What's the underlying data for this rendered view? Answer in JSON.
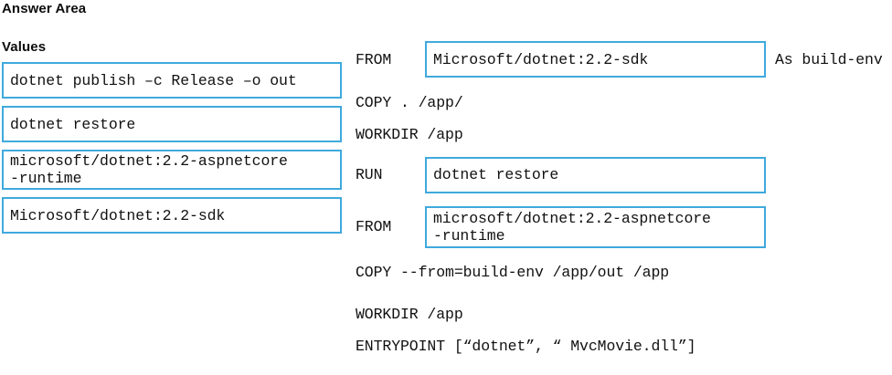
{
  "page": {
    "answer_area_title": "Answer Area",
    "accent_color": "#3fa9dd",
    "text_color": "#111111",
    "background_color": "#ffffff"
  },
  "values_panel": {
    "title": "Values",
    "items": [
      {
        "text": "dotnet publish –c Release –o out",
        "lines": 1
      },
      {
        "text": "dotnet restore",
        "lines": 1
      },
      {
        "text": "microsoft/dotnet:2.2-aspnetcore\n-runtime",
        "lines": 2
      },
      {
        "text": "Microsoft/dotnet:2.2-sdk",
        "lines": 1
      }
    ]
  },
  "answer_panel": {
    "rows": [
      {
        "label": "FROM",
        "slot_value": "Microsoft/dotnet:2.2-sdk",
        "suffix": "As build-env"
      },
      {
        "text": "COPY . /app/"
      },
      {
        "text": "WORKDIR /app"
      },
      {
        "label": "RUN",
        "slot_value": "dotnet restore"
      },
      {
        "label": "FROM",
        "slot_value": "microsoft/dotnet:2.2-aspnetcore\n-runtime"
      },
      {
        "text": "COPY --from=build-env /app/out /app"
      },
      {
        "text": "WORKDIR /app"
      },
      {
        "text": "ENTRYPOINT [“dotnet”, “ MvcMovie.dll”]"
      }
    ]
  }
}
